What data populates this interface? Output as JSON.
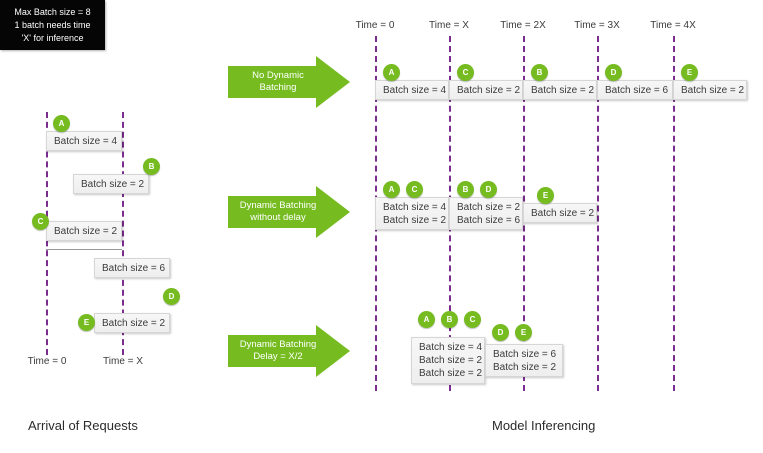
{
  "meta": {
    "colors": {
      "green": "#76bc21",
      "purple": "#7b2d8e",
      "box_fill": "#eeeeee",
      "callout_bg": "#050505"
    }
  },
  "callout": {
    "line1": "Max Batch size = 8",
    "line2": "1 batch needs time",
    "line3": "'X' for inference"
  },
  "left_panel": {
    "caption": "Arrival of Requests",
    "time_labels": [
      {
        "text": "Time = 0"
      },
      {
        "text": "Time = X"
      }
    ],
    "requests": [
      {
        "id": "A",
        "label": "Batch size = 4"
      },
      {
        "id": "B",
        "label": "Batch size = 2"
      },
      {
        "id": "C",
        "label": "Batch size = 2"
      },
      {
        "id": "D",
        "label": "Batch size = 6"
      },
      {
        "id": "E",
        "label": "Batch size = 2"
      }
    ]
  },
  "right_panel": {
    "caption": "Model Inferencing",
    "time_labels": [
      {
        "text": "Time = 0"
      },
      {
        "text": "Time = X"
      },
      {
        "text": "Time = 2X"
      },
      {
        "text": "Time = 3X"
      },
      {
        "text": "Time = 4X"
      }
    ],
    "rows": [
      {
        "arrow": {
          "line1": "No Dynamic",
          "line2": "Batching"
        },
        "slots": [
          {
            "badges": [
              "A"
            ],
            "lines": [
              "Batch size = 4"
            ]
          },
          {
            "badges": [
              "C"
            ],
            "lines": [
              "Batch size = 2"
            ]
          },
          {
            "badges": [
              "B"
            ],
            "lines": [
              "Batch size = 2"
            ]
          },
          {
            "badges": [
              "D"
            ],
            "lines": [
              "Batch size = 6"
            ]
          },
          {
            "badges": [
              "E"
            ],
            "lines": [
              "Batch size = 2"
            ]
          }
        ]
      },
      {
        "arrow": {
          "line1": "Dynamic Batching",
          "line2": "without delay"
        },
        "slots": [
          {
            "badges": [
              "A",
              "C"
            ],
            "lines": [
              "Batch size = 4",
              "Batch size = 2"
            ]
          },
          {
            "badges": [
              "B",
              "D"
            ],
            "lines": [
              "Batch size = 2",
              "Batch size = 6"
            ]
          },
          {
            "badges": [
              "E"
            ],
            "lines": [
              "Batch size = 2"
            ]
          }
        ]
      },
      {
        "arrow": {
          "line1": "Dynamic Batching",
          "line2": "Delay = X/2"
        },
        "slots": [
          {
            "badges": [
              "A",
              "B",
              "C"
            ],
            "lines": [
              "Batch size = 4",
              "Batch size = 2",
              "Batch size = 2"
            ]
          },
          {
            "badges": [
              "D",
              "E"
            ],
            "lines": [
              "Batch size = 6",
              "Batch size = 2"
            ]
          }
        ]
      }
    ]
  }
}
